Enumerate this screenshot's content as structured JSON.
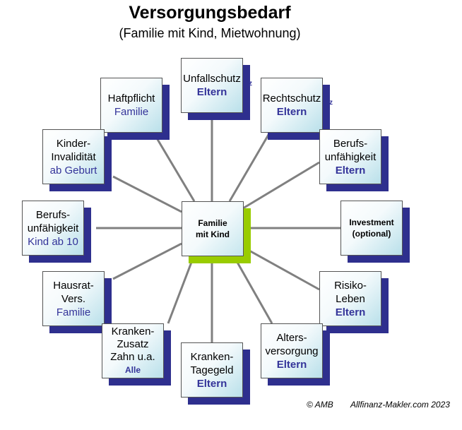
{
  "title": "Versorgungsbedarf",
  "subtitle": "(Familie mit Kind, Mietwohnung)",
  "center": {
    "line1": "Familie",
    "line2": "mit Kind"
  },
  "nodes": {
    "unfallschutz": {
      "label": "Unfallschutz",
      "sub": "Eltern",
      "mark": "z"
    },
    "haftpflicht": {
      "label": "Haftpflicht",
      "sub": "Familie"
    },
    "rechtschutz": {
      "label": "Rechtschutz",
      "sub": "Eltern",
      "mark": "z"
    },
    "kinder_invaliditaet": {
      "line1": "Kinder-",
      "line2": "Invalidität",
      "sub": "ab Geburt"
    },
    "berufsunfaehigkeit_eltern": {
      "line1": "Berufs-",
      "line2": "unfähigkeit",
      "sub": "Eltern"
    },
    "berufsunfaehigkeit_kind": {
      "line1": "Berufs-",
      "line2": "unfähigkeit",
      "sub": "Kind ab 10"
    },
    "investment": {
      "line1": "Investment",
      "line2": "(optional)"
    },
    "hausrat": {
      "line1": "Hausrat-",
      "line2": "Vers.",
      "sub": "Familie"
    },
    "risiko_leben": {
      "line1": "Risiko-",
      "line2": "Leben",
      "sub": "Eltern"
    },
    "kranken_zusatz": {
      "line1": "Kranken-",
      "line2": "Zusatz",
      "line3": "Zahn u.a.",
      "sub": "Alle"
    },
    "kranken_tagegeld": {
      "line1": "Kranken-",
      "line2": "Tagegeld",
      "sub": "Eltern"
    },
    "altersversorgung": {
      "line1": "Alters-",
      "line2": "versorgung",
      "sub": "Eltern"
    }
  },
  "footer": {
    "copyright": "© AMB",
    "site": "Allfinanz-Makler.com 2023"
  }
}
